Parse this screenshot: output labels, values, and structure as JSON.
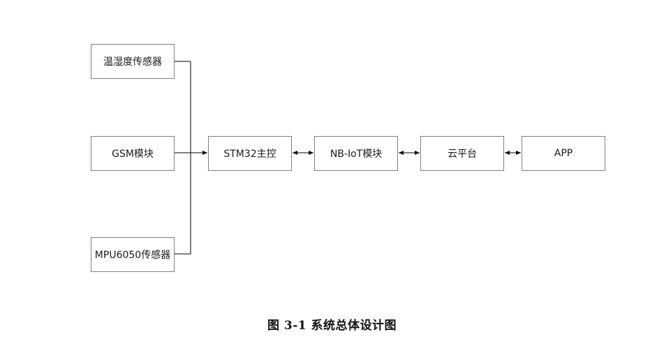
{
  "nodes": {
    "temp_humidity_sensor": "温湿度传感器",
    "gsm_module": "GSM模块",
    "mpu6050_sensor": "MPU6050传感器",
    "stm32_controller": "STM32主控",
    "nbiot_module": "NB-IoT模块",
    "cloud_platform": "云平台",
    "app": "APP"
  },
  "caption": "图 3-1 系统总体设计图",
  "colors": {
    "line": "#000000",
    "box_border": "#7f7f7f"
  }
}
